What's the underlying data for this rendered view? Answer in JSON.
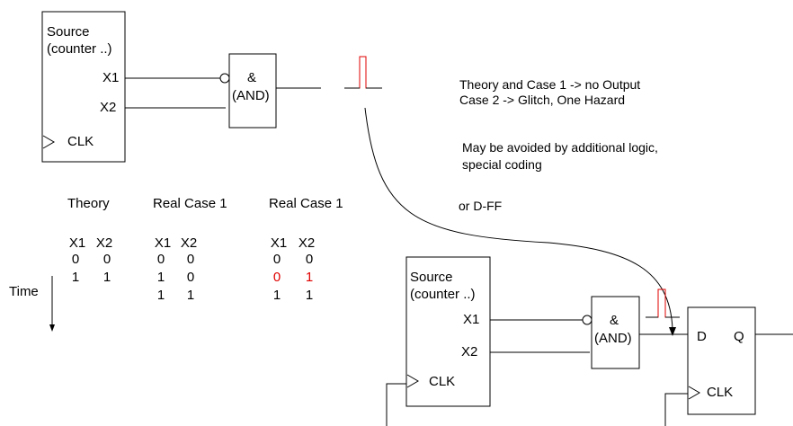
{
  "top_circuit": {
    "source_label": "Source",
    "source_sub": "(counter ..)",
    "x1": "X1",
    "x2": "X2",
    "clk": "CLK",
    "gate_symbol": "&",
    "gate_name": "(AND)"
  },
  "bottom_circuit": {
    "source_label": "Source",
    "source_sub": "(counter ..)",
    "x1": "X1",
    "x2": "X2",
    "clk": "CLK",
    "gate_symbol": "&",
    "gate_name": "(AND)",
    "ff_d": "D",
    "ff_q": "Q",
    "ff_clk": "CLK"
  },
  "notes": {
    "line1": "Theory and Case 1 ->  no Output",
    "line2": "Case 2  ->    Glitch, One Hazard",
    "line3": "May be avoided by additional logic,",
    "line4": "special coding",
    "line5": "or D-FF"
  },
  "tables": {
    "time_label": "Time",
    "theory": {
      "title": "Theory",
      "headers": [
        "X1",
        "X2"
      ],
      "rows": [
        [
          "0",
          "0"
        ],
        [
          "1",
          "1"
        ]
      ]
    },
    "case1": {
      "title": "Real Case 1",
      "headers": [
        "X1",
        "X2"
      ],
      "rows": [
        [
          "0",
          "0"
        ],
        [
          "1",
          "0"
        ],
        [
          "1",
          "1"
        ]
      ]
    },
    "case2": {
      "title": "Real Case 1",
      "headers": [
        "X1",
        "X2"
      ],
      "rows": [
        [
          "0",
          "0"
        ],
        [
          "0",
          "1"
        ],
        [
          "1",
          "1"
        ]
      ],
      "highlight_row": 1,
      "highlight_color": "#e00000"
    }
  }
}
